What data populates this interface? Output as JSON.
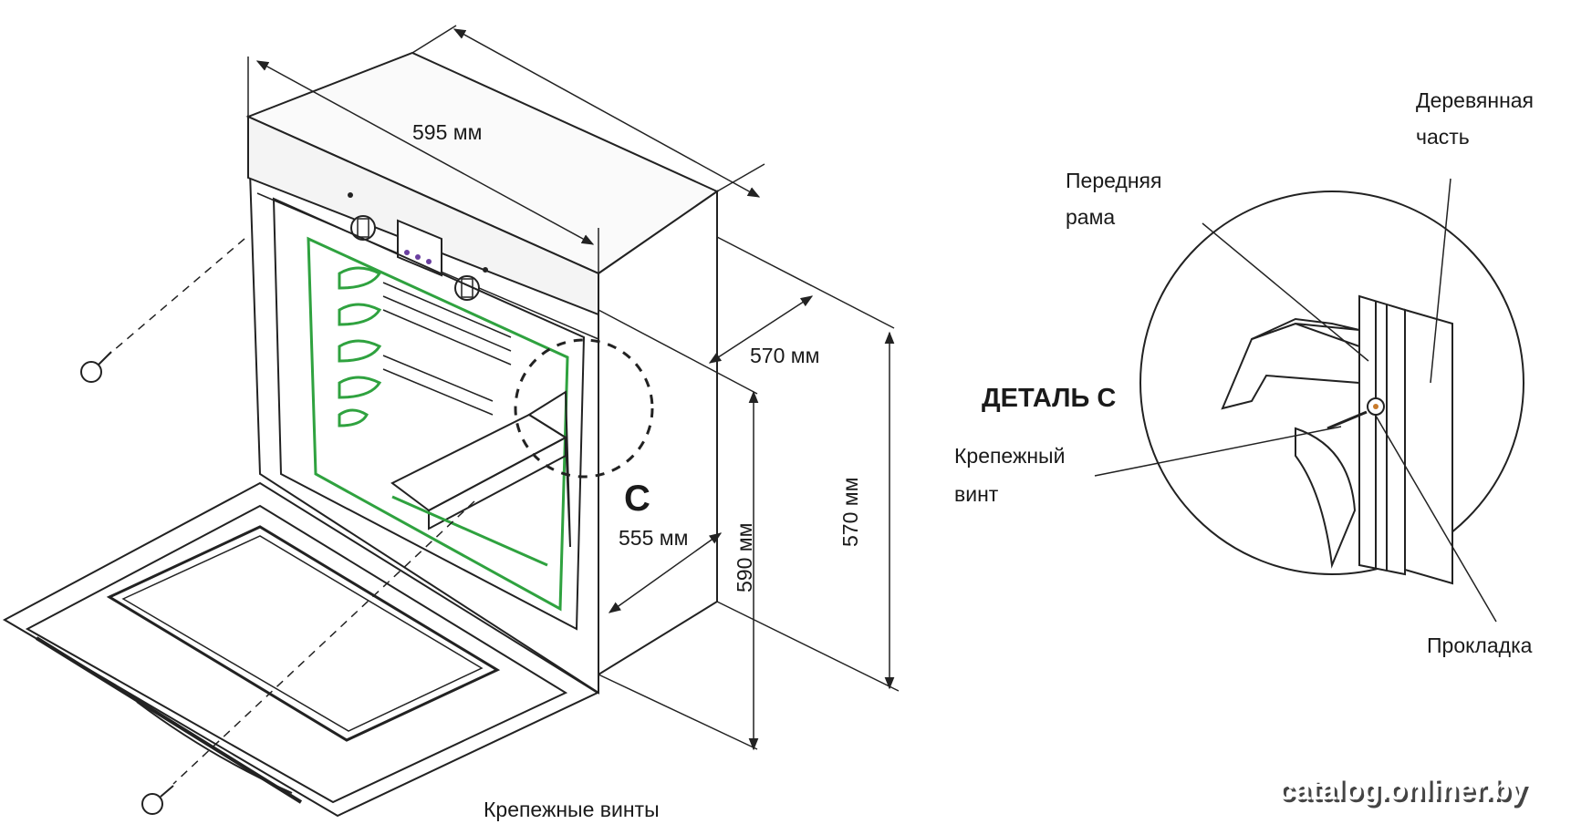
{
  "dimensions": {
    "width_595": "595 мм",
    "depth_570": "570 мм",
    "height_570": "570 мм",
    "height_590": "590 мм",
    "inner_555": "555 мм"
  },
  "labels": {
    "detail_letter": "C",
    "detail_title": "ДЕТАЛЬ С",
    "screws_bottom": "Крепежные винты",
    "wooden_line1": "Деревянная",
    "wooden_line2": "часть",
    "frame_line1": "Передняя",
    "frame_line2": "рама",
    "screw_line1": "Крепежный",
    "screw_line2": "винт",
    "gasket": "Прокладка"
  },
  "watermark": "catalog.onliner.by",
  "colors": {
    "line": "#222222",
    "oven_green": "#2fa23f",
    "display_purple": "#6a3fa0",
    "watermark_shadow": "#444444"
  }
}
